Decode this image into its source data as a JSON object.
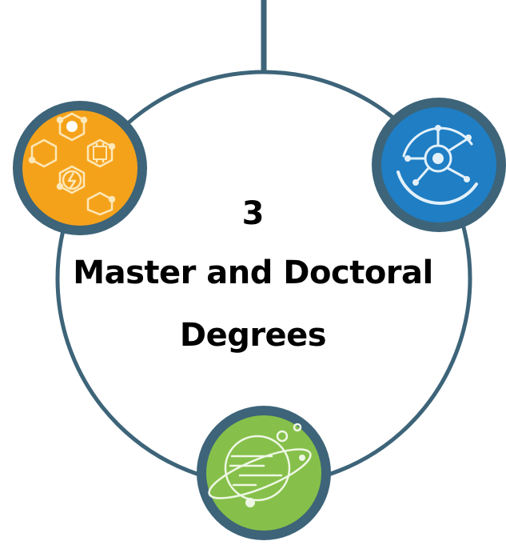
{
  "center": {
    "count": "3",
    "title_line1": "Master and Doctoral",
    "title_line2": "Degrees"
  },
  "nodes": [
    {
      "icon": "hexagon-network-energy-chip-icon",
      "color": "#f5a21b"
    },
    {
      "icon": "eye-molecule-network-icon",
      "color": "#1f7ec4"
    },
    {
      "icon": "planet-orbit-icon",
      "color": "#86c04a"
    }
  ],
  "colors": {
    "ring": "#3d6479",
    "node_border": "#3d6479"
  }
}
